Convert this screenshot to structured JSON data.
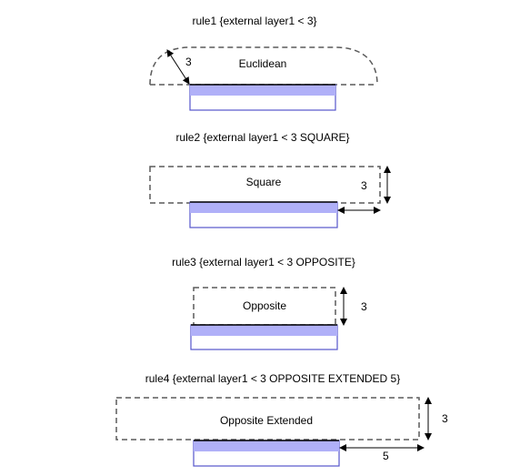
{
  "colors": {
    "layer_fill": "#b0b0f8",
    "layer_outline": "#5555cc",
    "edge_line": "#000000",
    "dashed": "#5a5a5a"
  },
  "rules": [
    {
      "title": "rule1 {external layer1 < 3}",
      "label": "Euclidean",
      "distance": "3"
    },
    {
      "title": "rule2 {external layer1 < 3 SQUARE}",
      "label": "Square",
      "distance": "3"
    },
    {
      "title": "rule3 {external layer1 < 3 OPPOSITE}",
      "label": "Opposite",
      "distance": "3"
    },
    {
      "title": "rule4 {external layer1 < 3 OPPOSITE EXTENDED 5}",
      "label": "Opposite Extended",
      "distance": "3",
      "extension": "5"
    }
  ]
}
